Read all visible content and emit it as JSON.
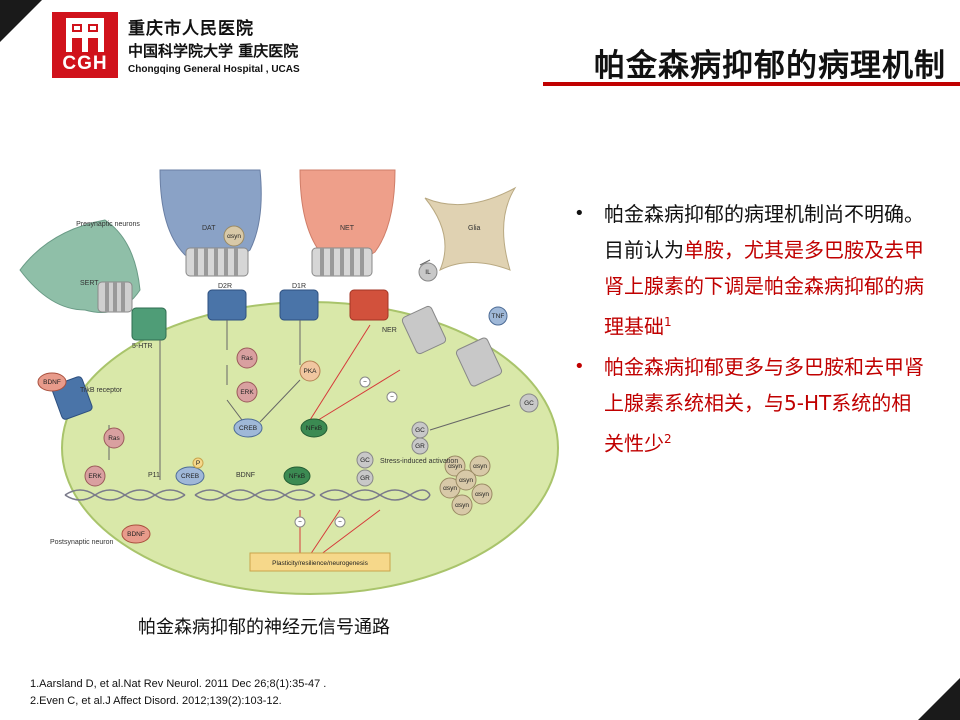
{
  "header": {
    "logo_text": "CGH",
    "hospital_name_cn": "重庆市人民医院",
    "hospital_subname_cn": "中国科学院大学 重庆医院",
    "hospital_name_en": "Chongqing General Hospital , UCAS",
    "title": "帕金森病抑郁的病理机制"
  },
  "colors": {
    "accent": "#c00000",
    "logo": "#d0121b"
  },
  "diagram": {
    "caption": "帕金森病抑郁的神经元信号通路",
    "labels": {
      "presynaptic": "Presynaptic neurons",
      "postsynaptic": "Postsynaptic neuron",
      "glia": "Glia",
      "sert": "SERT",
      "dat": "DAT",
      "net": "NET",
      "ner": "NER",
      "ht5r": "5-HTR",
      "d2r": "D2R",
      "d1r": "D1R",
      "trkb": "TrkB receptor",
      "bdnf": "BDNF",
      "ras": "Ras",
      "erk": "ERK",
      "creb": "CREB",
      "pka": "PKA",
      "nfkb": "NFκB",
      "il": "IL",
      "tnf": "TNF",
      "gc": "GC",
      "gr": "GR",
      "p11": "P11",
      "p": "P",
      "asyn": "αsyn",
      "stress": "Stress-induced activation",
      "plasticity": "Plasticity/resilience/neurogenesis",
      "minus": "−"
    }
  },
  "bullets": [
    {
      "marker": "•",
      "text_black": "帕金森病抑郁的病理机制尚不明确。目前认为",
      "text_red": "单胺，尤其是多巴胺及去甲肾上腺素的下调是帕金森病抑郁的病理基础",
      "sup": "1"
    },
    {
      "marker": "•",
      "text_red": "帕金森病抑郁更多与多巴胺和去甲肾上腺素系统相关，与5-HT系统的相关性少",
      "sup": "2"
    }
  ],
  "references": [
    "1.Aarsland D, et al.Nat Rev Neurol. 2011 Dec 26;8(1):35-47  .",
    "2.Even C, et al.J Affect Disord. 2012;139(2):103-12."
  ]
}
